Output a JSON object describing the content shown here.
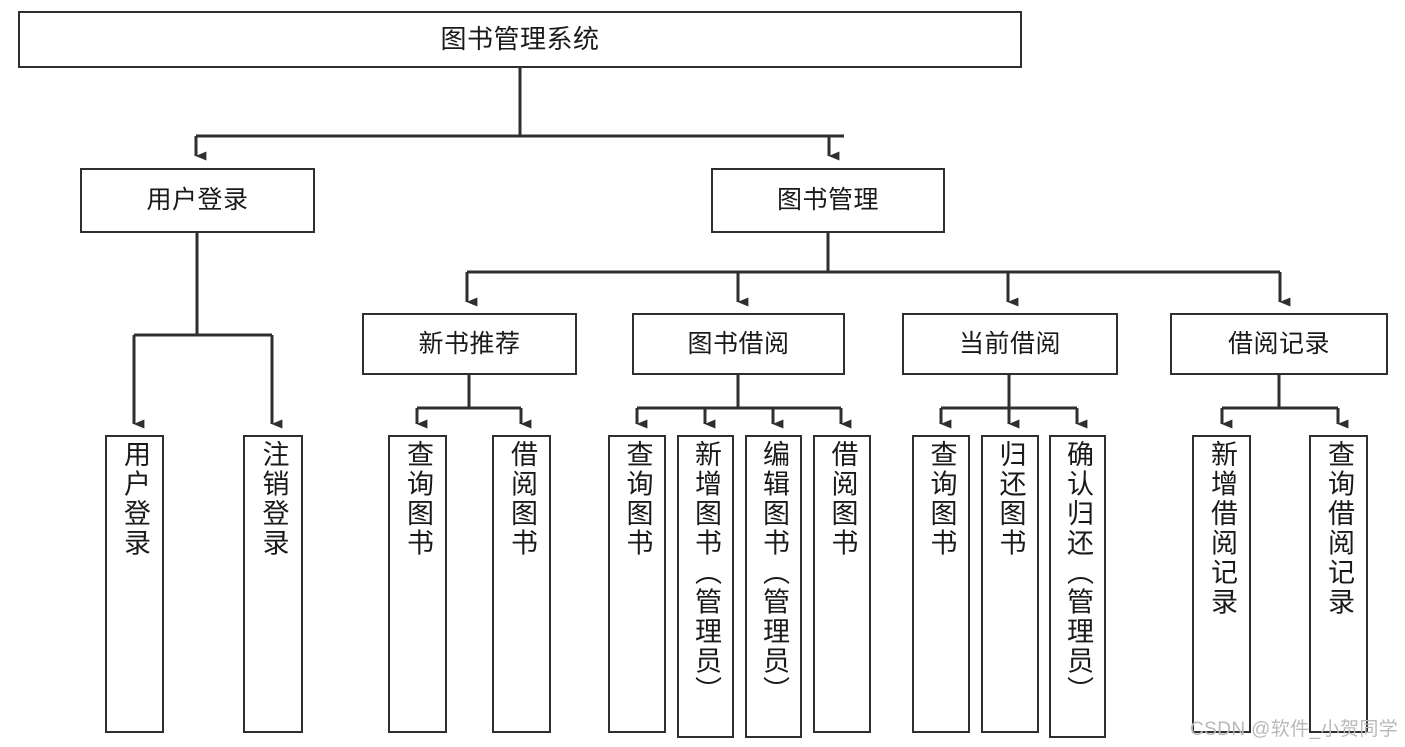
{
  "diagram": {
    "title": "图书管理系统",
    "type": "function-hierarchy-tree",
    "levels": [
      {
        "level": 1,
        "nodes": [
          {
            "id": "root",
            "label": "图书管理系统",
            "orientation": "horizontal"
          }
        ]
      },
      {
        "level": 2,
        "nodes": [
          {
            "id": "login",
            "label": "用户登录",
            "orientation": "horizontal",
            "parent": "root"
          },
          {
            "id": "bookmgmt",
            "label": "图书管理",
            "orientation": "horizontal",
            "parent": "root"
          }
        ]
      },
      {
        "level": 3,
        "nodes": [
          {
            "id": "newbook",
            "label": "新书推荐",
            "orientation": "horizontal",
            "parent": "bookmgmt"
          },
          {
            "id": "borrow",
            "label": "图书借阅",
            "orientation": "horizontal",
            "parent": "bookmgmt"
          },
          {
            "id": "current",
            "label": "当前借阅",
            "orientation": "horizontal",
            "parent": "bookmgmt"
          },
          {
            "id": "records",
            "label": "借阅记录",
            "orientation": "horizontal",
            "parent": "bookmgmt"
          }
        ]
      },
      {
        "level": 4,
        "nodes": [
          {
            "id": "leaf-1",
            "label": "用户登录",
            "orientation": "vertical",
            "parent": "login"
          },
          {
            "id": "leaf-2",
            "label": "注销登录",
            "orientation": "vertical",
            "parent": "login"
          },
          {
            "id": "leaf-3",
            "label": "查询图书",
            "orientation": "vertical",
            "parent": "newbook"
          },
          {
            "id": "leaf-4",
            "label": "借阅图书",
            "orientation": "vertical",
            "parent": "newbook"
          },
          {
            "id": "leaf-5",
            "label": "查询图书",
            "orientation": "vertical",
            "parent": "borrow"
          },
          {
            "id": "leaf-6",
            "label": "新增图书（管理员）",
            "orientation": "vertical",
            "parent": "borrow"
          },
          {
            "id": "leaf-7",
            "label": "编辑图书（管理员）",
            "orientation": "vertical",
            "parent": "borrow"
          },
          {
            "id": "leaf-8",
            "label": "借阅图书",
            "orientation": "vertical",
            "parent": "borrow"
          },
          {
            "id": "leaf-9",
            "label": "查询图书",
            "orientation": "vertical",
            "parent": "current"
          },
          {
            "id": "leaf-10",
            "label": "归还图书",
            "orientation": "vertical",
            "parent": "current"
          },
          {
            "id": "leaf-11",
            "label": "确认归还（管理员）",
            "orientation": "vertical",
            "parent": "current"
          },
          {
            "id": "leaf-12",
            "label": "新增借阅记录",
            "orientation": "vertical",
            "parent": "records"
          },
          {
            "id": "leaf-13",
            "label": "查询借阅记录",
            "orientation": "vertical",
            "parent": "records"
          }
        ]
      }
    ],
    "colors": {
      "box_border": "#2f2f2f",
      "box_fill": "#ffffff",
      "connector": "#2f2f2f",
      "text": "#1a1a1a",
      "watermark": "#b9b9b9",
      "background": "#ffffff"
    }
  },
  "watermark": {
    "text": "CSDN @软件_小贺同学"
  }
}
